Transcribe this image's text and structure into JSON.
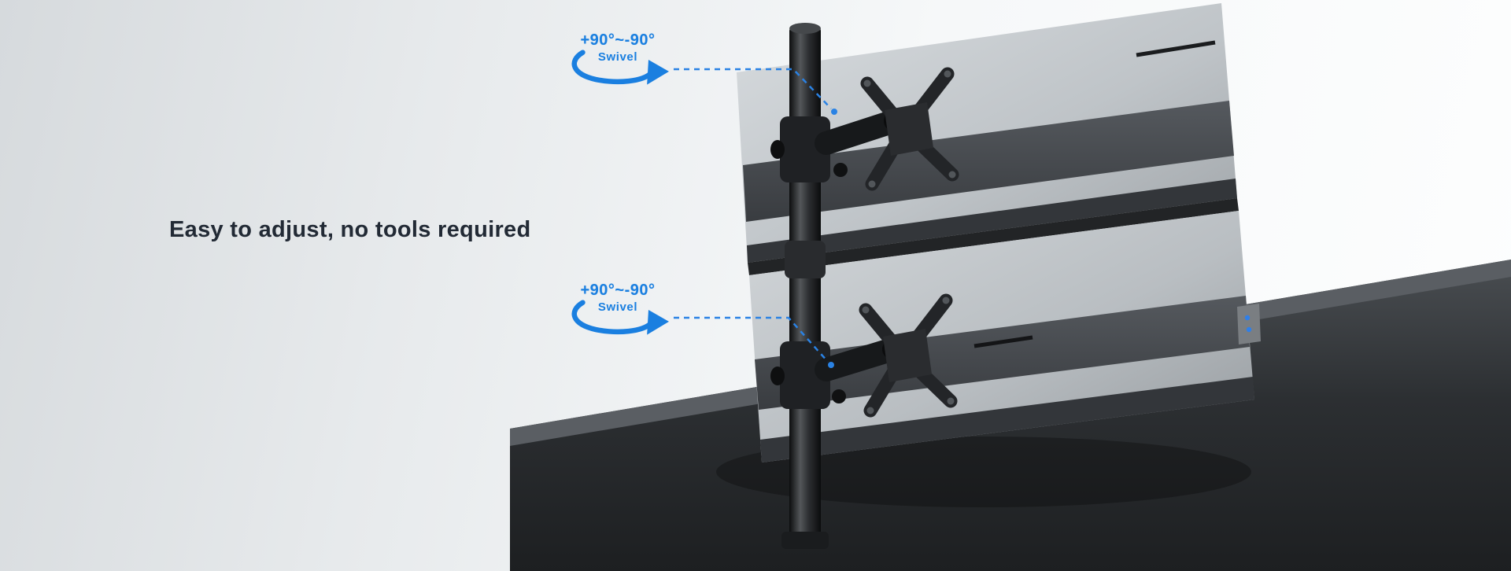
{
  "headline": "Easy to adjust, no tools required",
  "callouts": {
    "top": {
      "range": "+90°~-90°",
      "label": "Swivel"
    },
    "bottom": {
      "range": "+90°~-90°",
      "label": "Swivel"
    }
  },
  "colors": {
    "accent_blue": "#1a7fe0",
    "headline_text": "#222a35",
    "desk_dark": "#232527",
    "monitor_gray": "#c6cacd"
  }
}
